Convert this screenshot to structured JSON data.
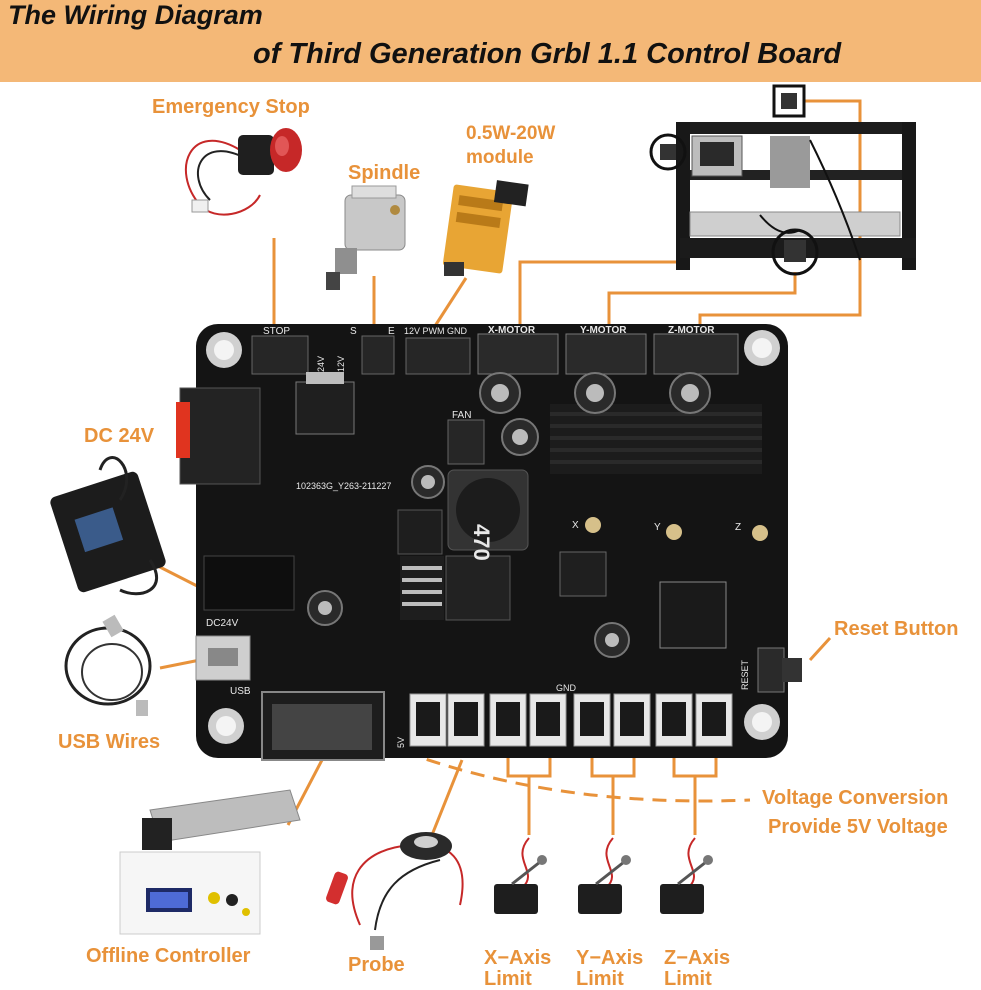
{
  "header": {
    "title_line1": "The Wiring Diagram",
    "title_line2": "of Third Generation Grbl 1.1 Control Board"
  },
  "colors": {
    "banner": "#f4b877",
    "label": "#e8923a",
    "connector_line": "#e8923a",
    "pcb": "#141414"
  },
  "labels": {
    "emergency_stop": "Emergency Stop",
    "spindle": "Spindle",
    "laser_module_line1": "0.5W-20W",
    "laser_module_line2": "module",
    "dc_24v": "DC 24V",
    "usb_wires": "USB Wires",
    "reset_button": "Reset Button",
    "voltage_line1": "Voltage Conversion",
    "voltage_line2": "Provide 5V Voltage",
    "offline_controller": "Offline Controller",
    "probe": "Probe",
    "x_axis_line1": "X−Axis",
    "x_axis_line2": "Limit",
    "y_axis_line1": "Y−Axis",
    "y_axis_line2": "Limit",
    "z_axis_line1": "Z−Axis",
    "z_axis_line2": "Limit"
  },
  "board": {
    "stop": "STOP",
    "s": "S",
    "e": "E",
    "laser_header": "12V PWM GND",
    "x_motor": "X-MOTOR",
    "y_motor": "Y-MOTOR",
    "z_motor": "Z-MOTOR",
    "fan": "FAN",
    "serial": "102363G_Y263-211227",
    "dc24v": "DC24V",
    "usb": "USB",
    "reset": "RESET",
    "gnd": "GND",
    "inductor": "470",
    "v24": "24V",
    "v12": "12V",
    "x": "X",
    "y": "Y",
    "z": "Z",
    "five_v": "5V"
  }
}
